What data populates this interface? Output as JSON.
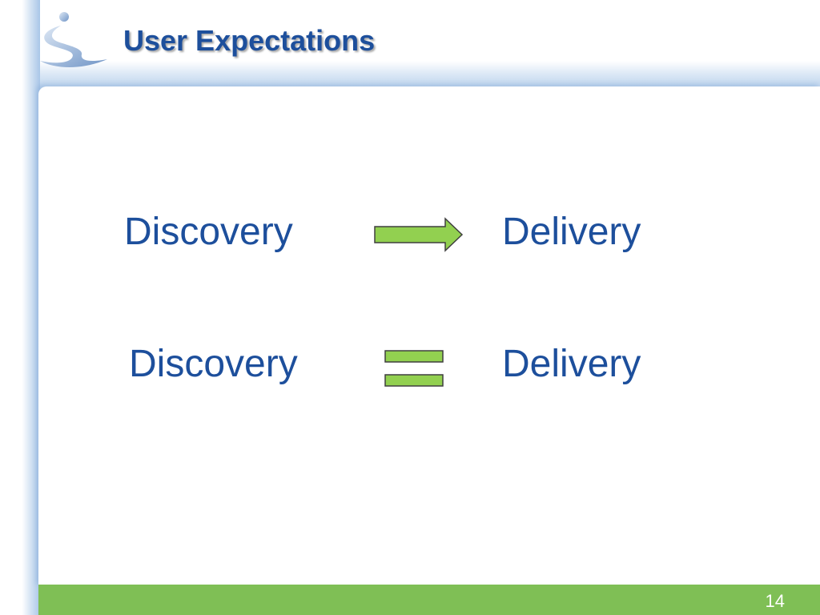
{
  "slide": {
    "title": "User Expectations",
    "page_number": "14"
  },
  "rows": [
    {
      "left": "Discovery",
      "connector": "arrow-right-icon",
      "right": "Delivery"
    },
    {
      "left": "Discovery",
      "connector": "equals-icon",
      "right": "Delivery"
    }
  ],
  "colors": {
    "title": "#1d4f9c",
    "text": "#1d4f9c",
    "accent_green": "#92d050",
    "footer": "#7fbf55"
  },
  "logo": {
    "icon": "swoosh-logo-icon"
  }
}
